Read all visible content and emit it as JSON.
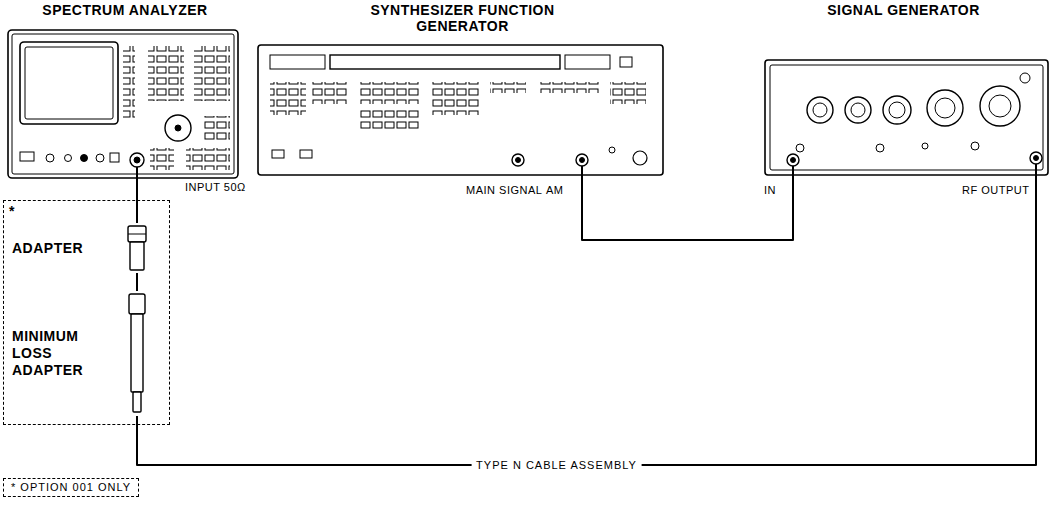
{
  "diagram": {
    "nodes": [
      {
        "text": [
          "SPECTRUM ANALYZER"
        ]
      },
      {
        "text": [
          "SYNTHESIZER FUNCTION GENERATOR"
        ]
      },
      {
        "text": [
          "SIGNAL GENERATOR"
        ]
      },
      {
        "text": [
          "*"
        ]
      },
      {
        "text": [
          "ADAPTER"
        ],
        "in": 3
      },
      {
        "text": [
          "MINIMUM LOSS ADAPTER"
        ],
        "in": 3
      },
      {
        "text": [
          "* OPTION 001 ONLY"
        ]
      }
    ],
    "edges": [
      {
        "from": 1,
        "to": 2,
        "arrow": "none"
      },
      {
        "from": 2,
        "to": 5,
        "label": "TYPE N CABLE ASSEMBLY",
        "arrow": "none"
      },
      {
        "from": 0,
        "to": 4,
        "arrow": "none"
      },
      {
        "from": 4,
        "to": 5,
        "arrow": "none"
      }
    ],
    "labels": [
      "INPUT 50Ω",
      "MAIN SIGNAL",
      "AM",
      "IN",
      "RF OUTPUT"
    ]
  }
}
